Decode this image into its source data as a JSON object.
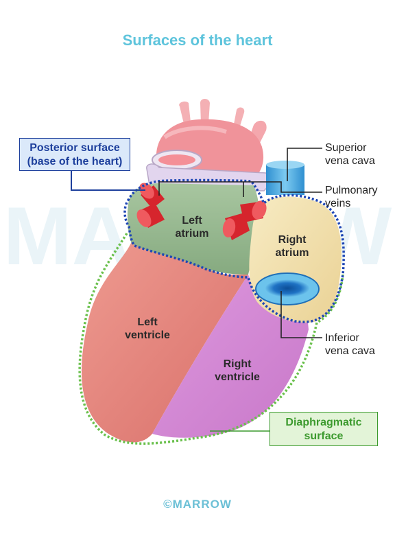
{
  "title": "Surfaces of the heart",
  "boxes": {
    "posterior_line1": "Posterior surface",
    "posterior_line2": "(base of the heart)",
    "diaphragmatic_line1": "Diaphragmatic",
    "diaphragmatic_line2": "surface"
  },
  "labels": {
    "svc_1": "Superior",
    "svc_2": "vena cava",
    "pv_1": "Pulmonary",
    "pv_2": "veins",
    "ivc_1": "Inferior",
    "ivc_2": "vena cava"
  },
  "regions": {
    "left_atrium_1": "Left",
    "left_atrium_2": "atrium",
    "right_atrium_1": "Right",
    "right_atrium_2": "atrium",
    "left_ventricle_1": "Left",
    "left_ventricle_2": "ventricle",
    "right_ventricle_1": "Right",
    "right_ventricle_2": "ventricle"
  },
  "logo": "©MARROW",
  "colors": {
    "title": "#5ec4dc",
    "posterior": "#1d3f9c",
    "diaphragmatic": "#3c9a2e",
    "left_ventricle": "#e4827a",
    "right_ventricle": "#d58ad6",
    "left_atrium": "#93b58e",
    "right_atrium": "#f2e1ad",
    "vena_cava": "#3a9fd6",
    "pulmonary_veins": "#d6252d",
    "aorta": "#f0939a"
  }
}
